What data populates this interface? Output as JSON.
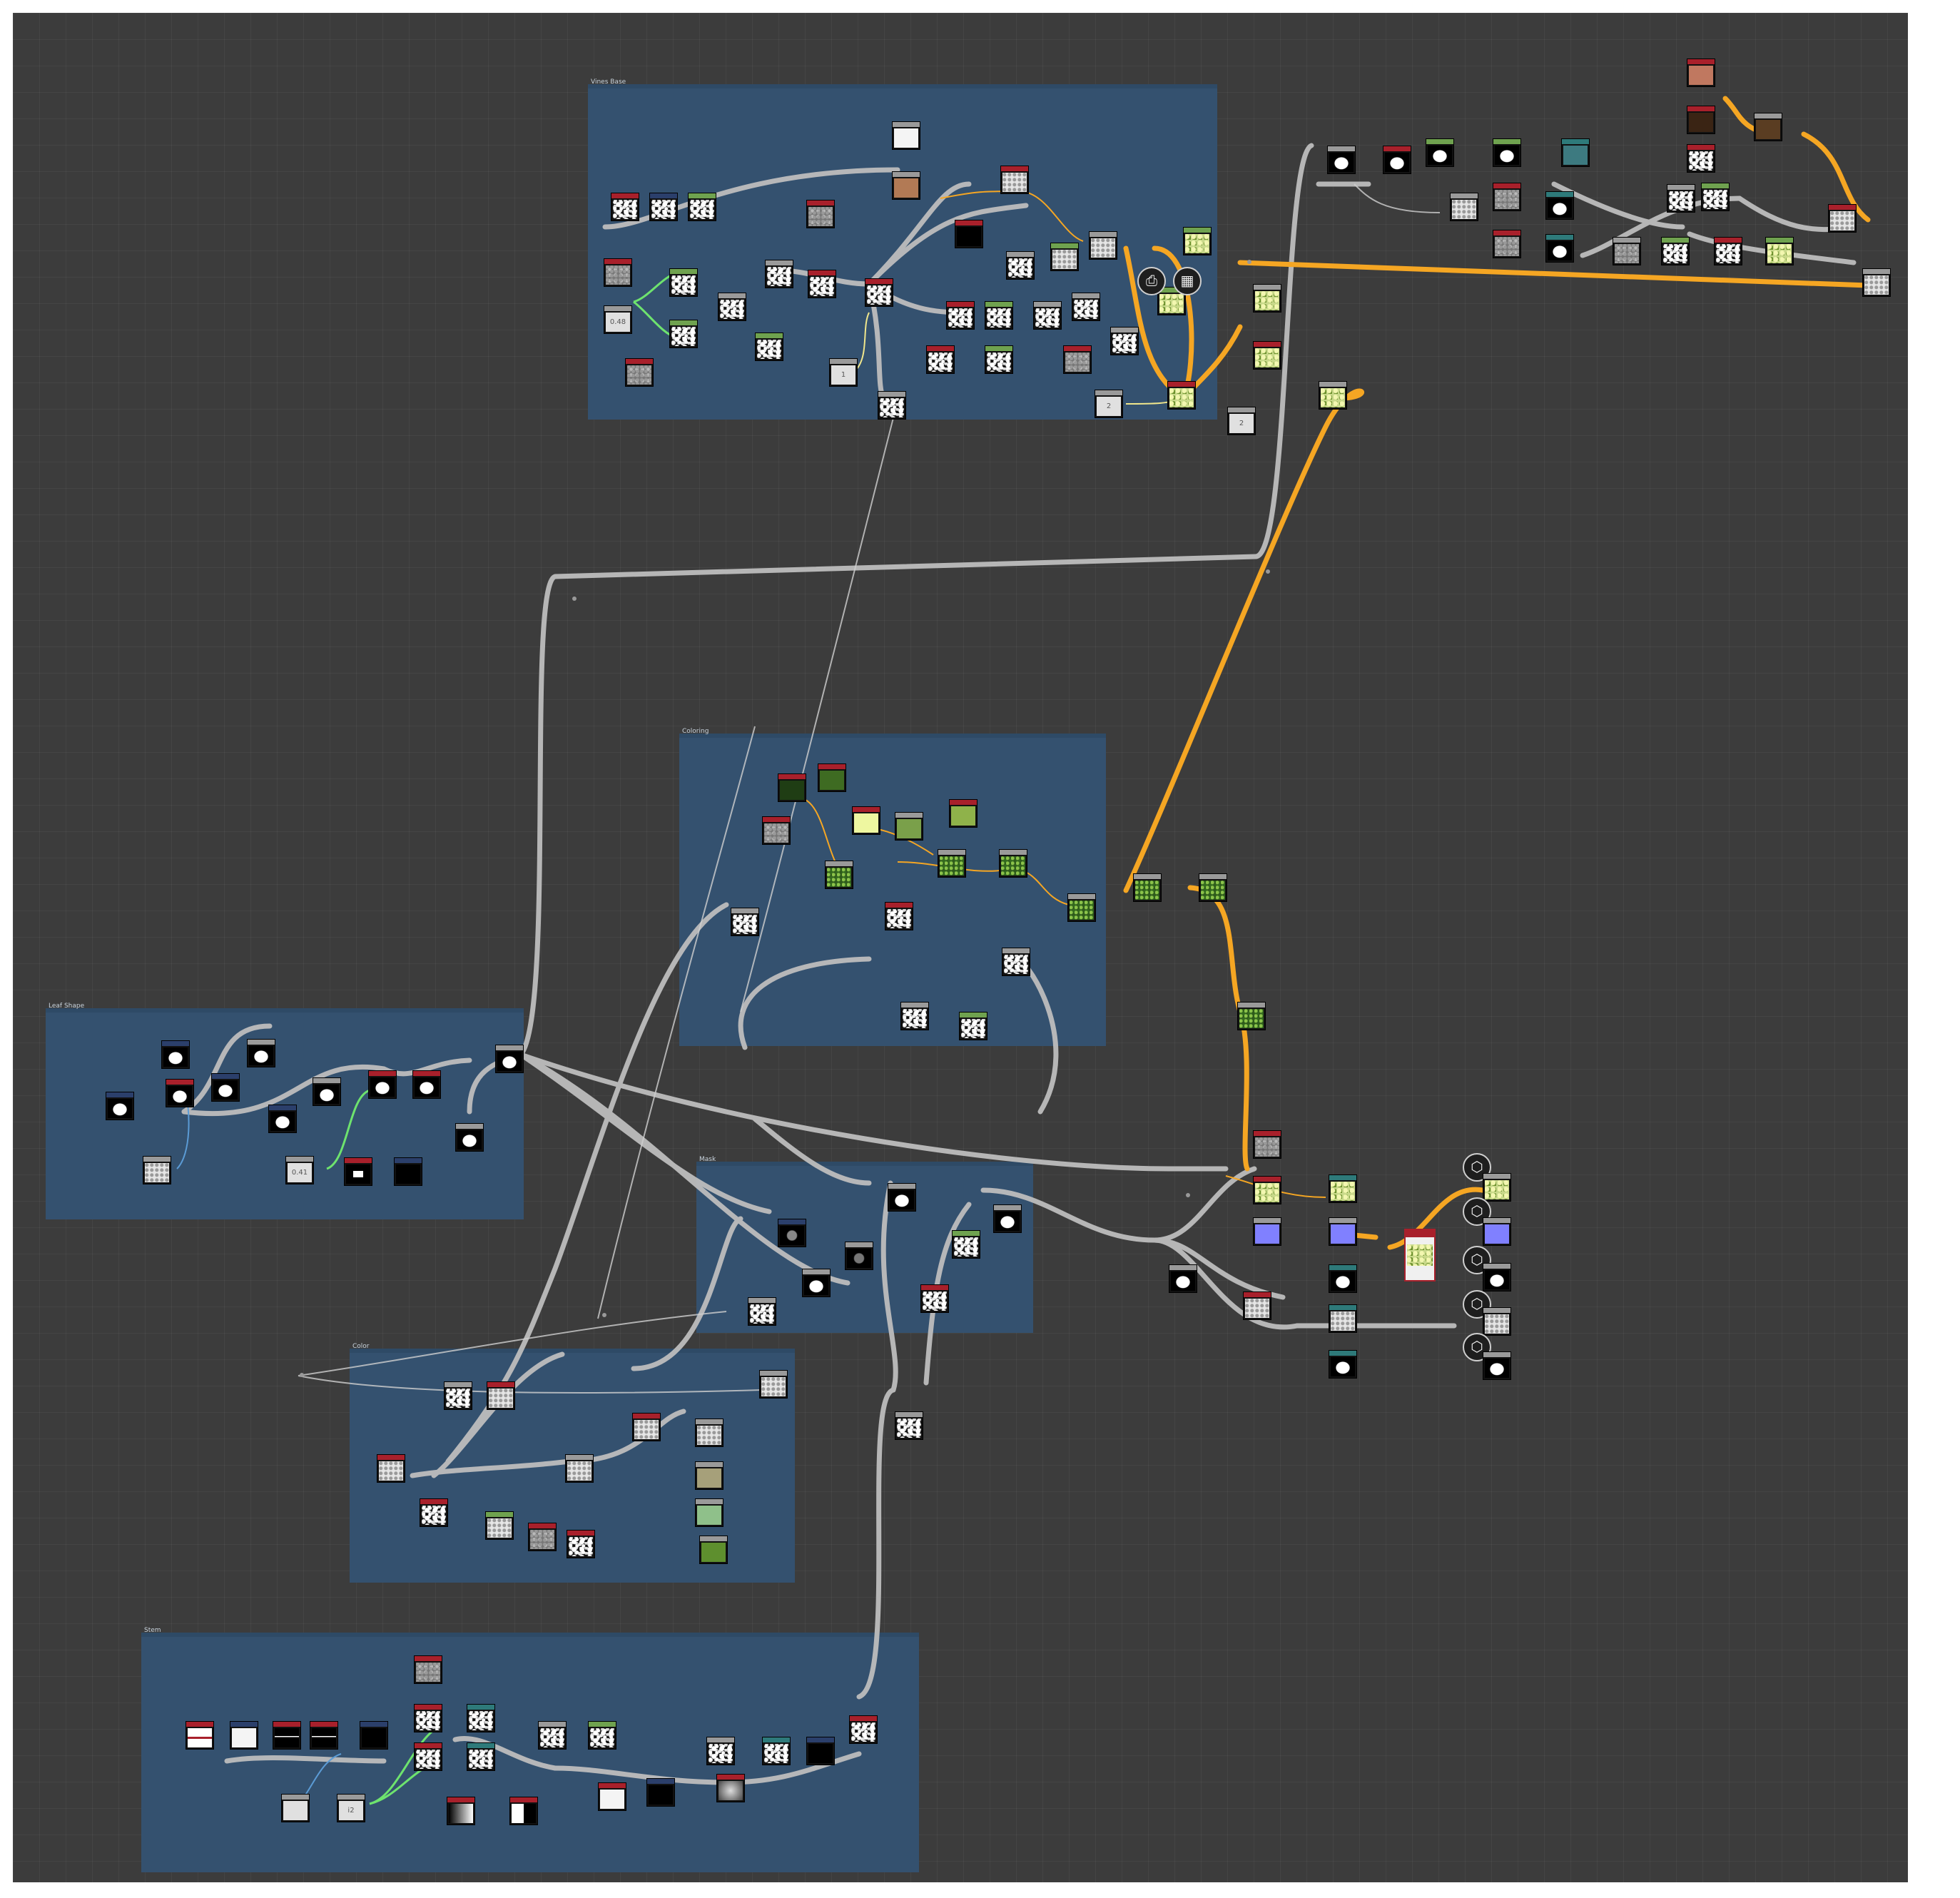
{
  "frames": [
    {
      "id": "f1",
      "title": "Vines Base"
    },
    {
      "id": "f2",
      "title": "Coloring"
    },
    {
      "id": "f3",
      "title": "Leaf Shape"
    },
    {
      "id": "f4",
      "title": "Mask"
    },
    {
      "id": "f5",
      "title": "Color"
    },
    {
      "id": "f6",
      "title": "Stem"
    }
  ],
  "value_nodes": {
    "v1": "0.48",
    "v2": "1",
    "v3": "2",
    "v4": "2",
    "v5": "0.41",
    "v6": "i2"
  },
  "wire_colors": {
    "grey": "#bdbdbd",
    "orange": "#f5a623",
    "green": "#6ee36e",
    "blue": "#5b9bd5",
    "yellow": "#f0e68c"
  },
  "header_colors": {
    "red": "#a8202b",
    "green": "#6fa24f",
    "grey": "#9a9a9a",
    "teal": "#2e7a7a",
    "navy": "#2b3f6b"
  },
  "output_icons": [
    "output-icon",
    "output-icon",
    "output-icon",
    "output-icon",
    "output-icon"
  ]
}
